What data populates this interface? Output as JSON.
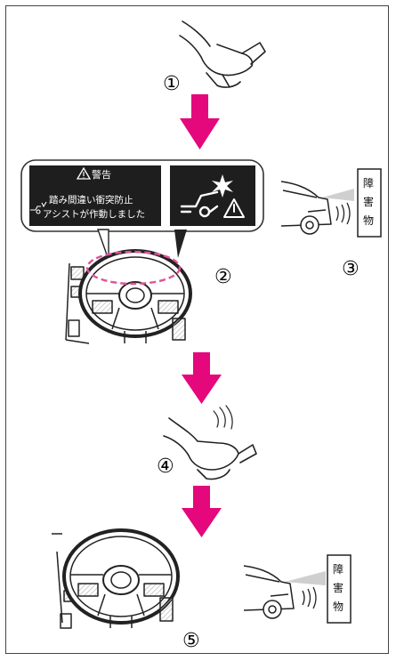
{
  "steps": {
    "s1": "①",
    "s2": "②",
    "s3": "③",
    "s4": "④",
    "s5": "⑤"
  },
  "display": {
    "warning_title": "警告",
    "message_line1": "踏み間違い衝突防止",
    "message_line2": "アシストが作動しました"
  },
  "obstacle": {
    "char1": "障",
    "char2": "害",
    "char3": "物"
  },
  "colors": {
    "arrow": "#e5077c",
    "panel": "#1e1e1e",
    "dashed_highlight": "#e0529a"
  },
  "icons": [
    "foot-pedal-icon",
    "warning-triangle-icon",
    "collision-warning-icon",
    "steering-wheel-icon",
    "car-rear-sensor-icon"
  ]
}
